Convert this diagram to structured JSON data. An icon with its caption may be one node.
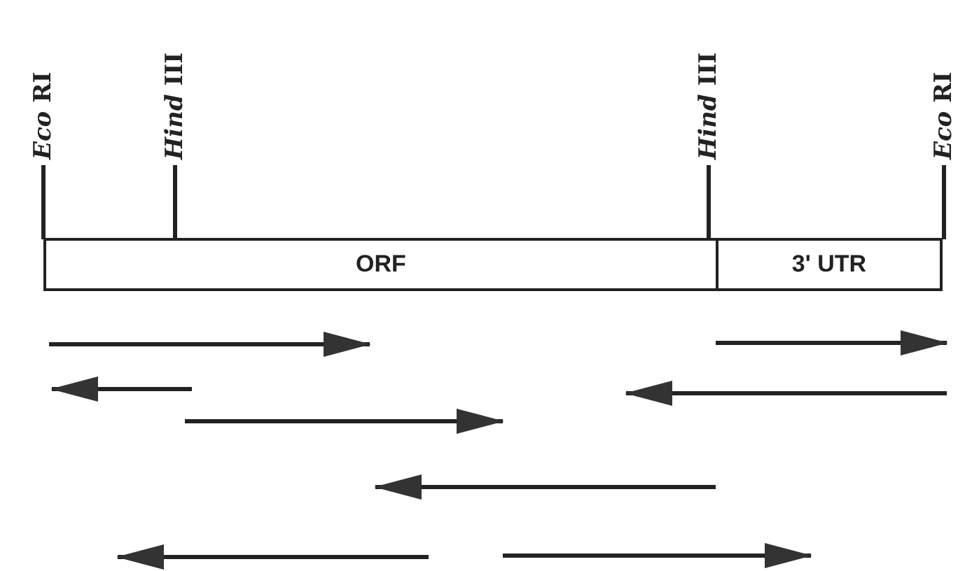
{
  "diagram": {
    "nodes": [
      {
        "text": [
          "ORF"
        ]
      },
      {
        "text": [
          "3' UTR"
        ]
      }
    ],
    "labels": [
      "*Eco* RI",
      "*Hind* III",
      "*Hind* III",
      "*Eco* RI"
    ]
  }
}
